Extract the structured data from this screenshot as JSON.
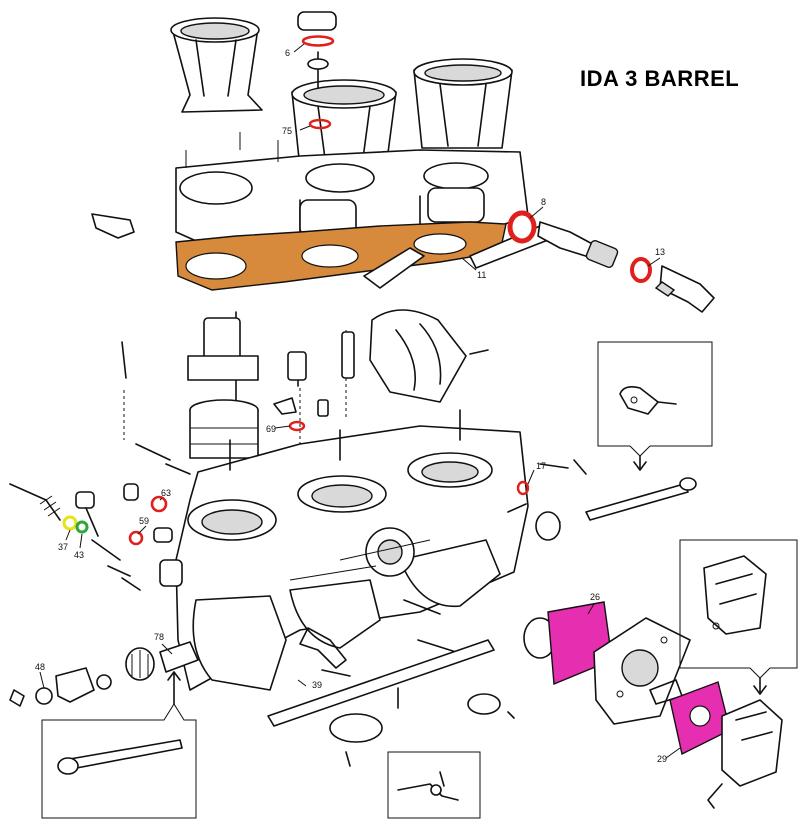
{
  "title": "IDA 3 BARREL",
  "colors": {
    "seal_red": "#e0201c",
    "gasket_orange": "#d88a3c",
    "diaphragm_magenta": "#e62fb0",
    "washer_yellow": "#e8e21a",
    "washer_green": "#2aa83a",
    "ink": "#111111"
  },
  "part_labels": {
    "p6": "6",
    "p75": "75",
    "p8": "8",
    "p13": "13",
    "p11": "11",
    "p69": "69",
    "p17": "17",
    "p63": "63",
    "p59": "59",
    "p37": "37",
    "p43": "43",
    "p26": "26",
    "p78": "78",
    "p48": "48",
    "p39": "39",
    "p29": "29"
  }
}
